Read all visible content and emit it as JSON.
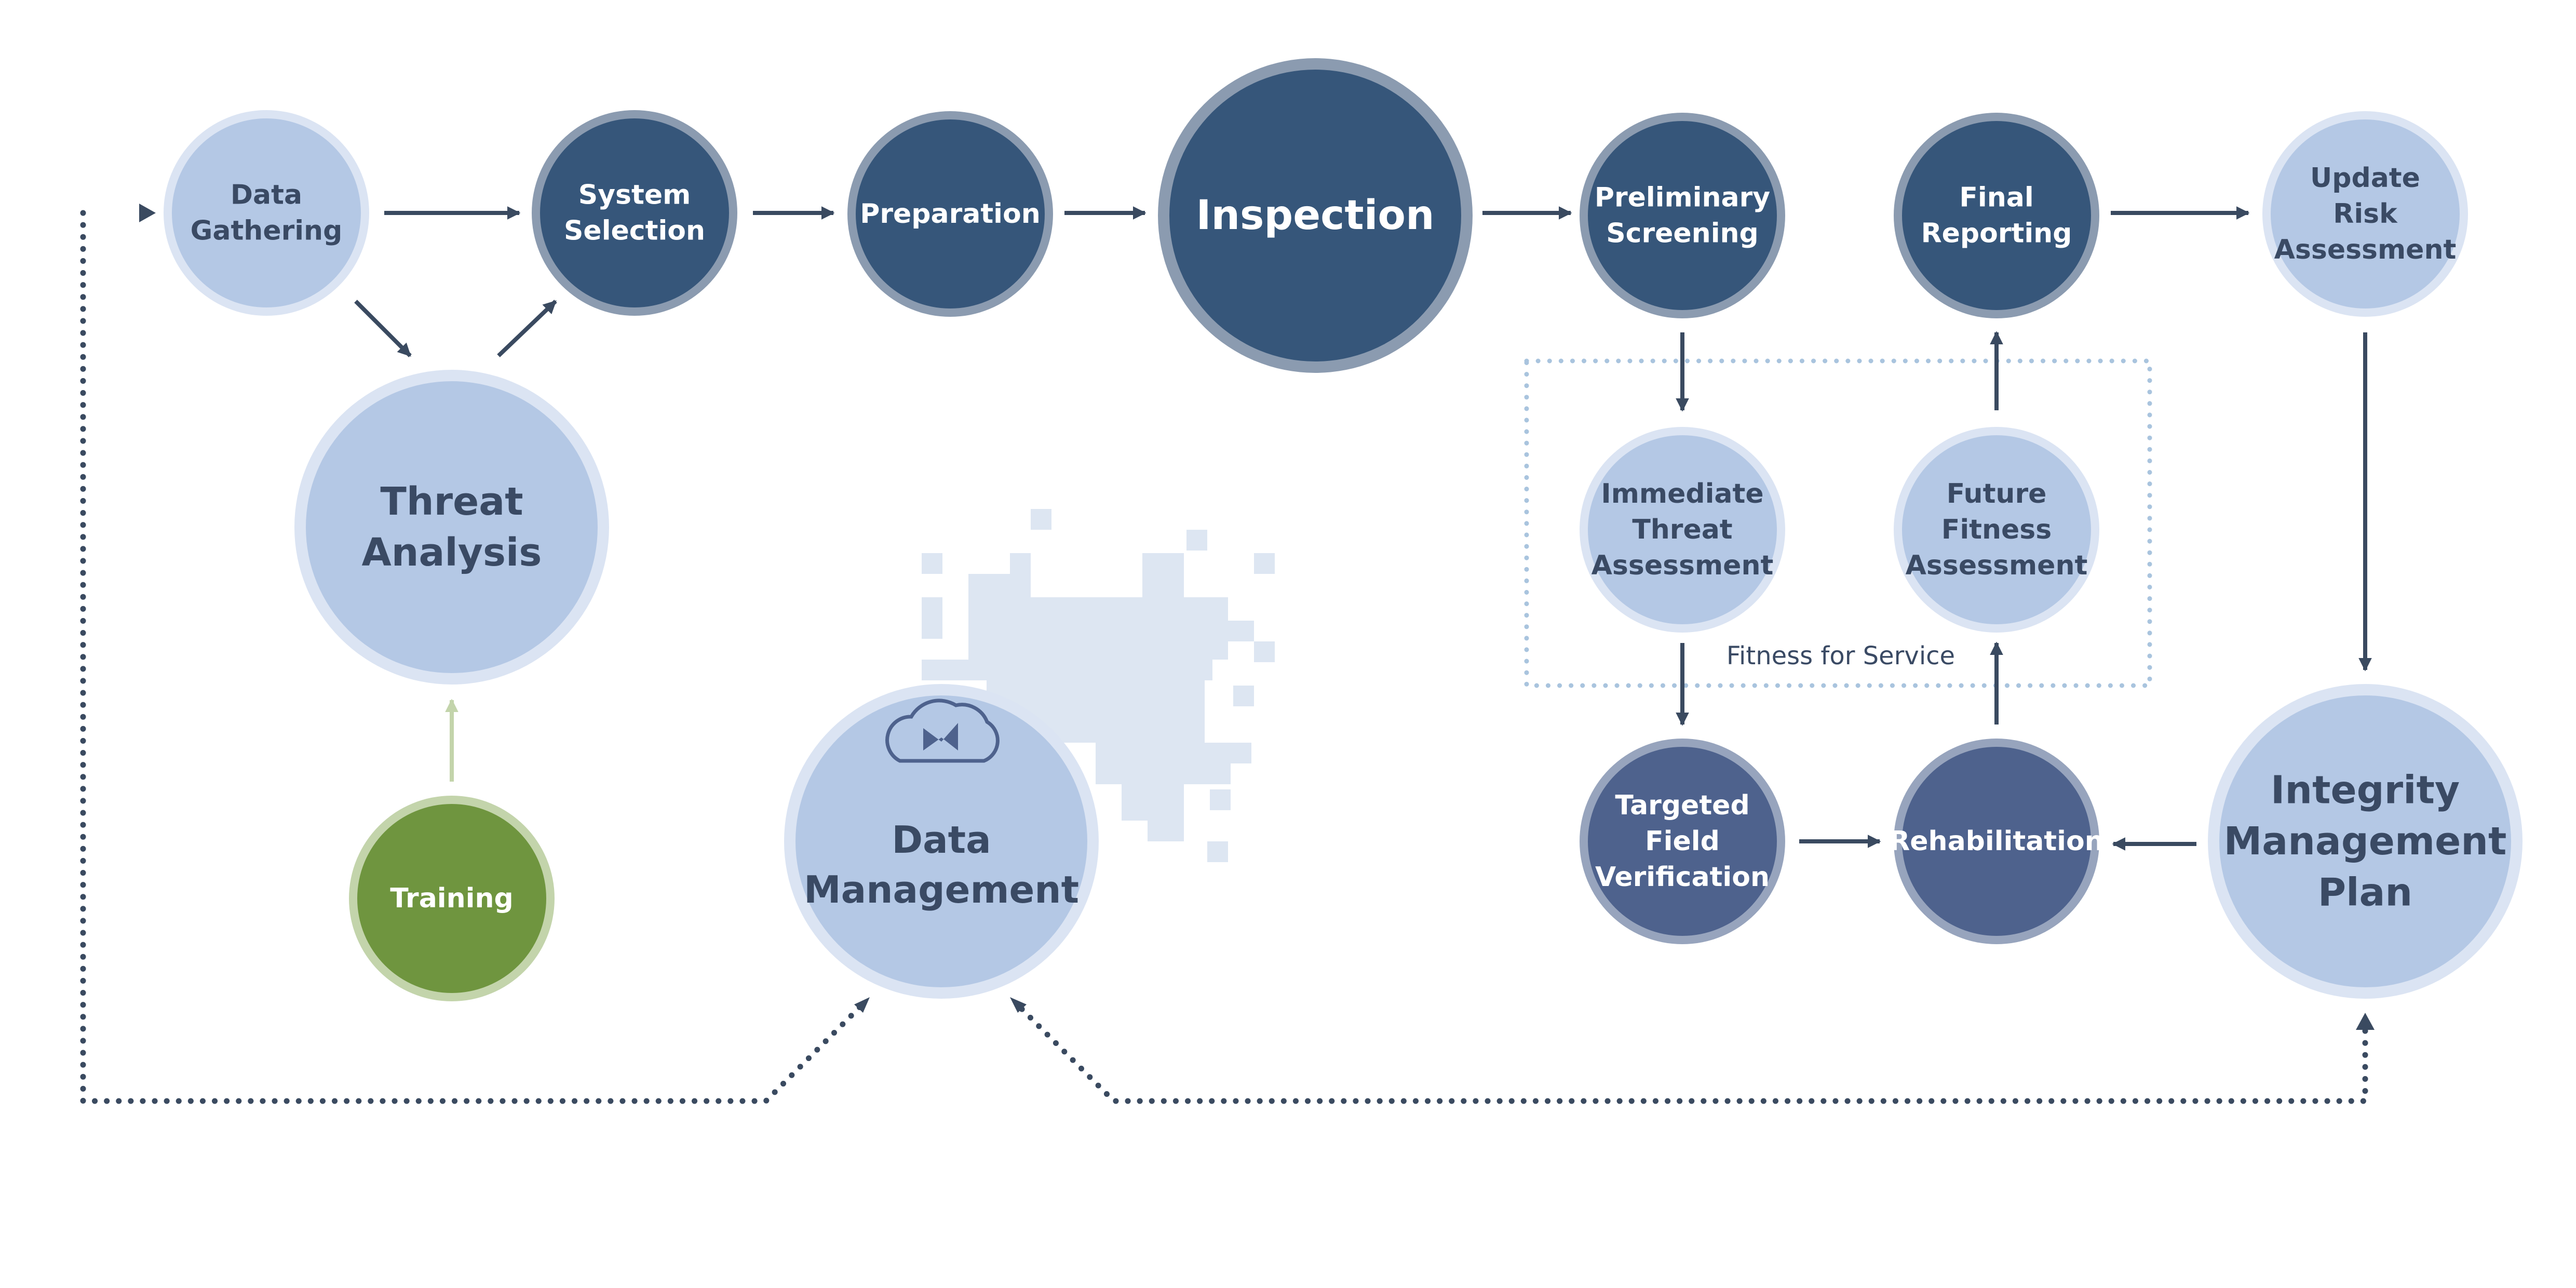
{
  "nodes": {
    "data_gathering": {
      "lines": [
        "Data",
        "Gathering"
      ]
    },
    "system_selection": {
      "lines": [
        "System",
        "Selection"
      ]
    },
    "preparation": {
      "lines": [
        "Preparation"
      ]
    },
    "inspection": {
      "lines": [
        "Inspection"
      ]
    },
    "preliminary": {
      "lines": [
        "Preliminary",
        "Screening"
      ]
    },
    "final_reporting": {
      "lines": [
        "Final",
        "Reporting"
      ]
    },
    "update_risk": {
      "lines": [
        "Update",
        "Risk",
        "Assessment"
      ]
    },
    "threat_analysis": {
      "lines": [
        "Threat",
        "Analysis"
      ]
    },
    "training": {
      "lines": [
        "Training"
      ]
    },
    "data_management": {
      "lines": [
        "Data",
        "Management"
      ]
    },
    "immediate_threat": {
      "lines": [
        "Immediate",
        "Threat",
        "Assessment"
      ]
    },
    "future_fitness": {
      "lines": [
        "Future",
        "Fitness",
        "Assessment"
      ]
    },
    "targeted_field": {
      "lines": [
        "Targeted",
        "Field",
        "Verification"
      ]
    },
    "rehabilitation": {
      "lines": [
        "Rehabilitation"
      ]
    },
    "integrity_plan": {
      "lines": [
        "Integrity",
        "Management",
        "Plan"
      ]
    }
  },
  "group_label": "Fitness for Service",
  "icon": "cloud-logo-icon",
  "colors": {
    "dark_navy": "#36567a",
    "medium_navy": "#4e628d",
    "light_blue": "#b4c8e5",
    "light_blue_ring": "#dbe4f3",
    "green": "#6f953f",
    "green_ring": "#c3d4ab",
    "arrow": "#3a4a60",
    "text_dark": "#3a4a64",
    "dotted_box": "#a9c4de",
    "pixel_cloud": "#dde6f2"
  }
}
